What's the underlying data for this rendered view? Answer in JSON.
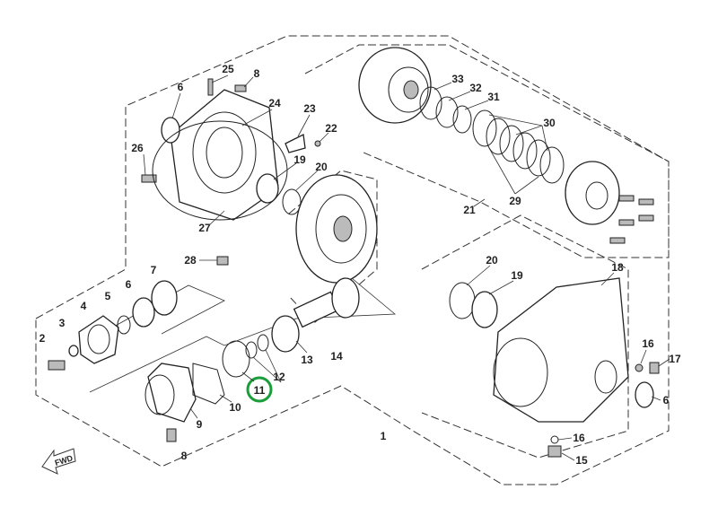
{
  "diagram": {
    "highlight_color": "#1a9e3a",
    "highlighted_callout": "11",
    "fwd_label": "FWD",
    "callouts": [
      "25",
      "8",
      "6",
      "24",
      "23",
      "22",
      "26",
      "19",
      "20",
      "27",
      "28",
      "33",
      "32",
      "31",
      "30",
      "29",
      "21",
      "20",
      "19",
      "18",
      "7",
      "6",
      "5",
      "4",
      "3",
      "2",
      "13",
      "14",
      "12",
      "11",
      "10",
      "9",
      "8",
      "16",
      "17",
      "6",
      "1",
      "16",
      "15"
    ]
  }
}
